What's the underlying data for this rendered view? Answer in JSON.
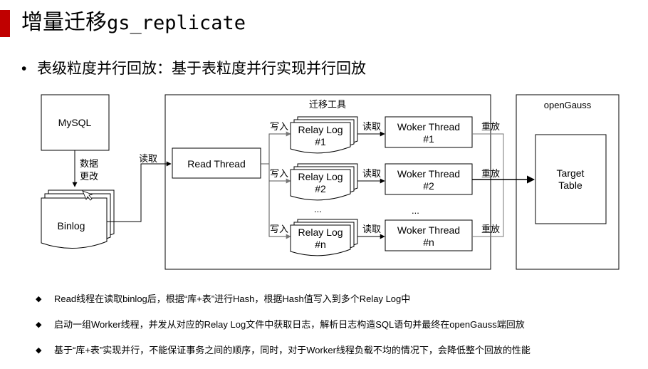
{
  "slide": {
    "title_cn": "增量迁移",
    "title_code": "gs_replicate",
    "headline_bullet": "•",
    "headline": "表级粒度并行回放：基于表粒度并行实现并行回放"
  },
  "diagram": {
    "mysql": "MySQL",
    "data_change": [
      "数据",
      "更改"
    ],
    "binlog": "Binlog",
    "read_edge": "读取",
    "tool_title": "迁移工具",
    "read_thread": "Read Thread",
    "write_label": "写入",
    "read_label": "读取",
    "replay_label": "重放",
    "ellipsis": "...",
    "relay_logs": [
      {
        "name": "Relay Log",
        "index": "#1"
      },
      {
        "name": "Relay Log",
        "index": "#2"
      },
      {
        "name": "Relay Log",
        "index": "#n"
      }
    ],
    "workers": [
      {
        "name": "Woker Thread",
        "index": "#1"
      },
      {
        "name": "Woker Thread",
        "index": "#2"
      },
      {
        "name": "Woker Thread",
        "index": "#n"
      }
    ],
    "opengauss": "openGauss",
    "target_table": [
      "Target",
      "Table"
    ]
  },
  "bullets": {
    "marker": "◆",
    "items": [
      "Read线程在读取binlog后，根据“库+表”进行Hash，根据Hash值写入到多个Relay Log中",
      "启动一组Worker线程，并发从对应的Relay Log文件中获取日志，解析日志构造SQL语句并最终在openGauss端回放",
      "基于“库+表”实现并行，不能保证事务之间的顺序，同时，对于Worker线程负载不均的情况下，会降低整个回放的性能"
    ]
  }
}
